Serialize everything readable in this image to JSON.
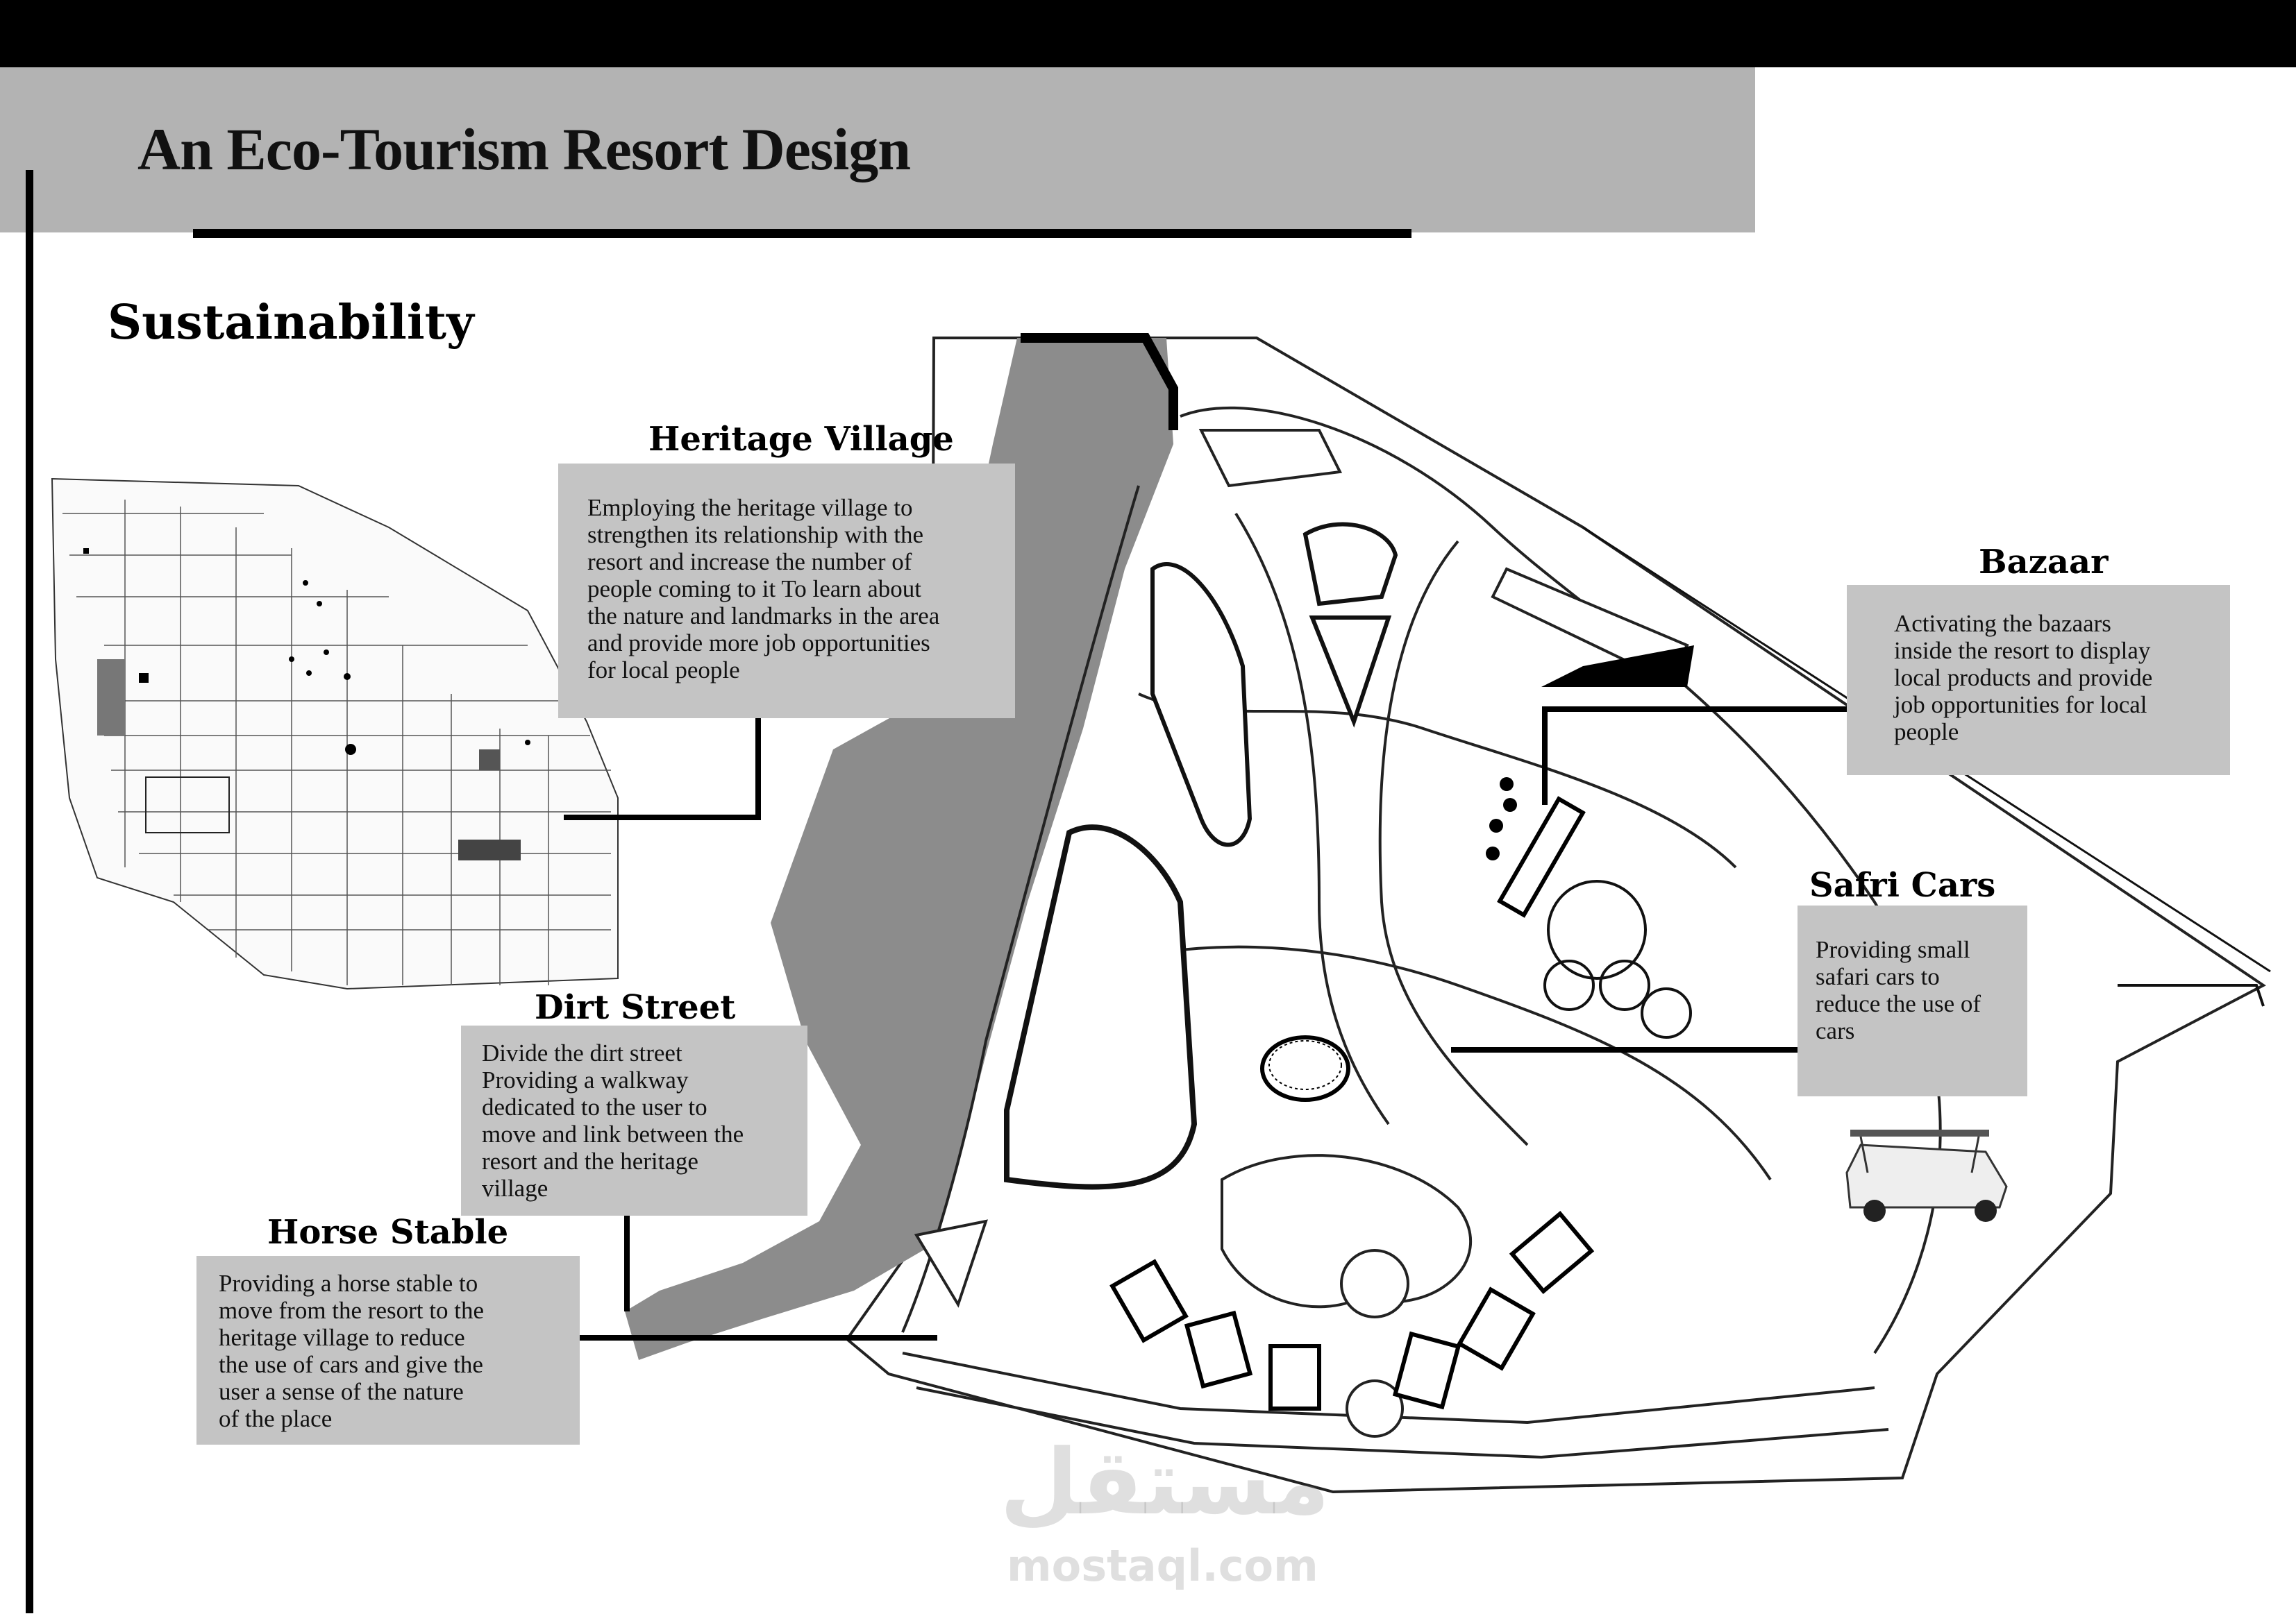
{
  "header": {
    "title": "An Eco-Tourism Resort Design"
  },
  "section_title": "Sustainability",
  "callouts": {
    "heritage_village": {
      "title": "Heritage Village",
      "text": "Employing the heritage village to\nstrengthen its relationship with the\nresort and increase the number of\npeople coming to it To learn about\nthe nature and landmarks in the area\nand provide more job opportunities\nfor local people"
    },
    "bazaar": {
      "title": "Bazaar",
      "text": "Activating the bazaars\ninside the resort to display\nlocal products and provide\njob opportunities for local\npeople"
    },
    "safri_cars": {
      "title": "Safri Cars",
      "text": "Providing small\nsafari cars to\nreduce the use of\ncars"
    },
    "dirt_street": {
      "title": "Dirt Street",
      "text": "Divide the dirt street\nProviding a walkway\ndedicated to the user to\nmove and link between the\nresort and the heritage\nvillage"
    },
    "horse_stable": {
      "title": "Horse Stable",
      "text": "Providing a horse stable to\nmove from the resort to the\nheritage village to reduce\nthe use of  cars and give the\nuser a sense of  the nature\nof  the place"
    }
  },
  "watermark": {
    "arabic": "مستقل",
    "latin": "mostaql.com"
  },
  "colors": {
    "header_band": "#b3b3b3",
    "callout_box": "#c4c4c4",
    "water": "#8c8c8c"
  }
}
